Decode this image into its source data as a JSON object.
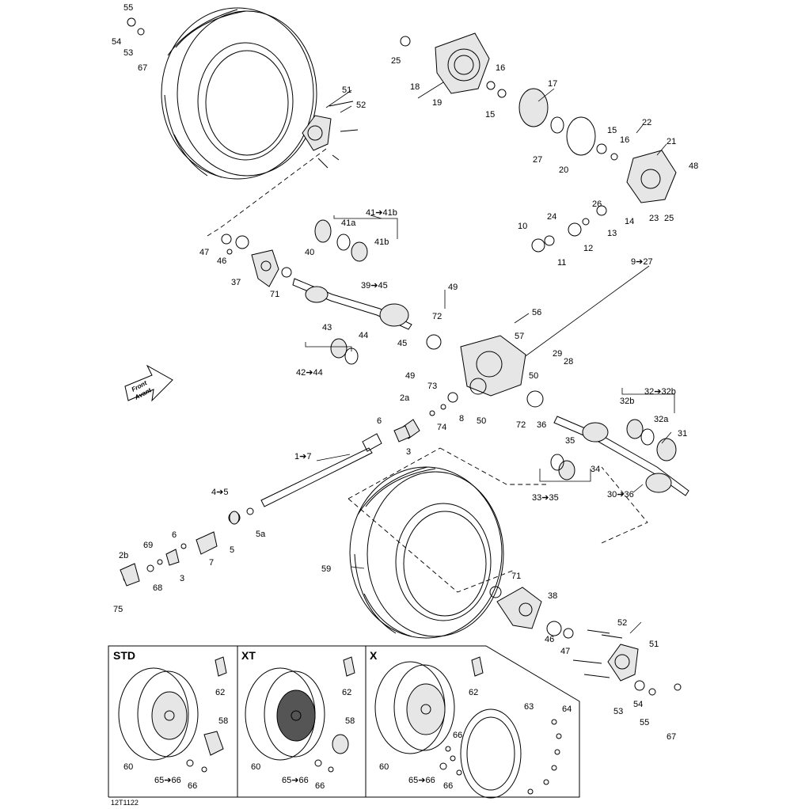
{
  "drawing_code": "12T1122",
  "orientation_badge": [
    "Front",
    "Avant"
  ],
  "callouts": {
    "c55a": "55",
    "c54a": "54",
    "c53a": "53",
    "c67a": "67",
    "c25a": "25",
    "c18": "18",
    "c19": "19",
    "c16a": "16",
    "c17": "17",
    "c15a": "15",
    "c15b": "15",
    "c16b": "16",
    "c22": "22",
    "c21": "21",
    "c27a": "27",
    "c20": "20",
    "c48": "48",
    "c23": "23",
    "c25b": "25",
    "c26": "26",
    "c24": "24",
    "c10": "10",
    "c11": "11",
    "c12": "12",
    "c13": "13",
    "c14": "14",
    "c9_27": "9➔27",
    "c51a": "51",
    "c52a": "52",
    "c41_41b": "41➔41b",
    "c41a": "41a",
    "c41b": "41b",
    "c40": "40",
    "c47a": "47",
    "c46a": "46",
    "c37": "37",
    "c71a": "71",
    "c39_45": "39➔45",
    "c49a": "49",
    "c56": "56",
    "c72a": "72",
    "c57": "57",
    "c45": "45",
    "c43": "43",
    "c44": "44",
    "c42_44": "42➔44",
    "c49b": "49",
    "c29": "29",
    "c28": "28",
    "c50a": "50",
    "c50b": "50",
    "c72b": "72",
    "c36a": "36",
    "c32_32b": "32➔32b",
    "c32b": "32b",
    "c32a": "32a",
    "c31": "31",
    "c35": "35",
    "c34": "34",
    "c33_35": "33➔35",
    "c30_36": "30➔36",
    "c2a": "2a",
    "c73": "73",
    "c8": "8",
    "c74": "74",
    "c6a": "6",
    "c3a": "3",
    "c1_7": "1➔7",
    "c4_5": "4➔5",
    "c5a": "5a",
    "c6b": "6",
    "c5b": "5",
    "c7": "7",
    "c2b": "2b",
    "c69": "69",
    "c68": "68",
    "c3b": "3",
    "c75": "75",
    "c59": "59",
    "c71b": "71",
    "c38": "38",
    "c46b": "46",
    "c47b": "47",
    "c52b": "52",
    "c51b": "51",
    "c53b": "53",
    "c54b": "54",
    "c55b": "55",
    "c67b": "67"
  },
  "panels": [
    {
      "title": "STD",
      "callouts": {
        "a": "62",
        "b": "58",
        "c": "60",
        "d": "65➔66",
        "e": "66"
      }
    },
    {
      "title": "XT",
      "callouts": {
        "a": "62",
        "b": "58",
        "c": "60",
        "d": "65➔66",
        "e": "66"
      }
    },
    {
      "title": "X",
      "callouts": {
        "a": "62",
        "b": "63",
        "c": "64",
        "d": "66",
        "e": "60",
        "f": "65➔66",
        "g": "66"
      }
    }
  ]
}
